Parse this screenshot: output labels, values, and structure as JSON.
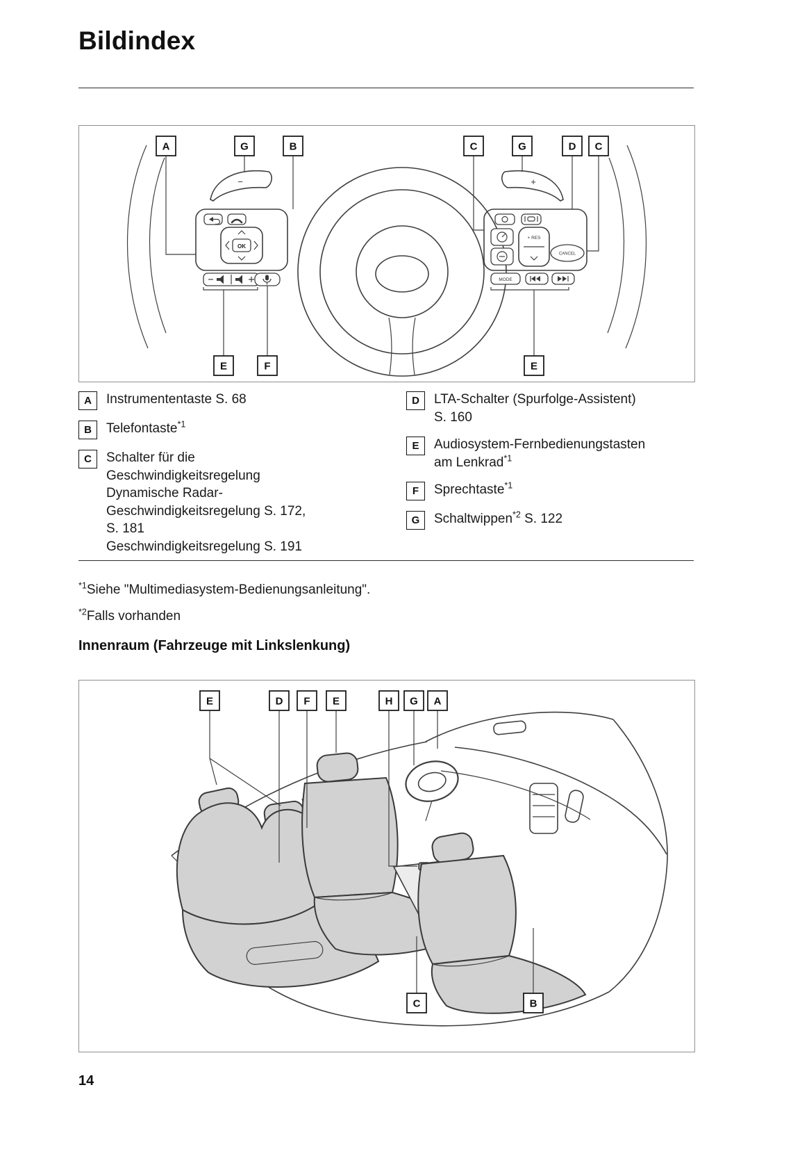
{
  "page": {
    "title": "Bildindex",
    "page_number": "14"
  },
  "section2_heading": "Innenraum (Fahrzeuge mit Linkslenkung)",
  "figure_wheel": {
    "callouts_top": [
      "A",
      "G",
      "B",
      "C",
      "G",
      "D",
      "C"
    ],
    "callouts_bottom": [
      "E",
      "F",
      "E"
    ],
    "labels": {
      "left_paddle": "−",
      "right_paddle": "+",
      "ok": "OK",
      "res": "+ RES",
      "cancel": "CANCEL",
      "mode": "MODE"
    }
  },
  "legend": {
    "left": [
      {
        "key": "A",
        "text": "Instrumententaste S. 68",
        "sup": "",
        "suffix": ""
      },
      {
        "key": "B",
        "text": "Telefontaste",
        "sup": "*1",
        "suffix": ""
      },
      {
        "key": "C",
        "text": "Schalter für die\nGeschwindigkeitsregelung\nDynamische Radar-\nGeschwindigkeitsregelung S. 172,\nS. 181\nGeschwindigkeitsregelung S. 191",
        "sup": "",
        "suffix": ""
      }
    ],
    "right": [
      {
        "key": "D",
        "text": "LTA-Schalter (Spurfolge-Assistent)\nS. 160",
        "sup": "",
        "suffix": ""
      },
      {
        "key": "E",
        "text": "Audiosystem-Fernbedienungstasten\nam Lenkrad",
        "sup": "*1",
        "suffix": ""
      },
      {
        "key": "F",
        "text": "Sprechtaste",
        "sup": "*1",
        "suffix": ""
      },
      {
        "key": "G",
        "text": "Schaltwippen",
        "sup": "*2",
        "suffix": " S. 122"
      }
    ]
  },
  "footnotes": [
    {
      "sup": "*1",
      "text": "Siehe \"Multimediasystem-Bedienungsanleitung\"."
    },
    {
      "sup": "*2",
      "text": "Falls vorhanden"
    }
  ],
  "figure_interior": {
    "callouts_top": [
      "E",
      "D",
      "F",
      "E",
      "H",
      "G",
      "A"
    ],
    "callouts_bottom": [
      "C",
      "B"
    ]
  }
}
